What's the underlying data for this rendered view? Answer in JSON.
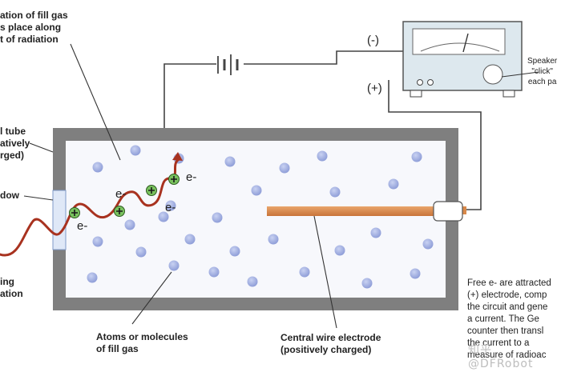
{
  "labels": {
    "ionization": [
      "ation of fill gas",
      "s place along",
      "t of radiation"
    ],
    "tube": [
      "l tube",
      "atively",
      "rged)"
    ],
    "window": "dow",
    "incoming": [
      "ing",
      "ation"
    ],
    "atoms": [
      "Atoms or molecules",
      "of fill gas"
    ],
    "electrode": [
      "Central wire electrode",
      "(positively charged)"
    ],
    "speaker": [
      "Speaker",
      "\"click\"",
      "each pa"
    ],
    "minus_terminal": "(-)",
    "plus_terminal": "(+)",
    "electron": "e-",
    "note": [
      "Free e- are attracted",
      "(+) electrode, comp",
      "the circuit and gene",
      "a current.  The Ge",
      "counter then transl",
      "the current to a",
      "measure of radioac"
    ]
  },
  "watermark": "知乎 @DFRobot",
  "colors": {
    "tube_fill": "#7f7f7f",
    "chamber_fill": "#f7f8fc",
    "atom": "#8f9ed8",
    "electrode": "#d9894a",
    "radiation": "#a8321f",
    "ion": "#79c25e",
    "window": "#dfe8f7"
  },
  "icons": [
    "battery-symbol",
    "meter-needle",
    "speaker-icon",
    "plus-ion-icon"
  ]
}
